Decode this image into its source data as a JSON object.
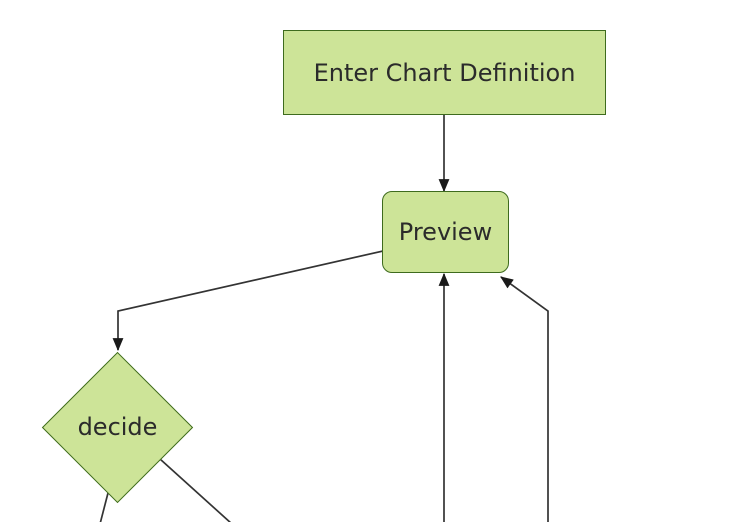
{
  "diagram": {
    "type": "flowchart",
    "orientation": "top-down",
    "colors": {
      "background": "#ffffff",
      "node_fill": "#cde498",
      "node_border": "#3e6b1e",
      "edge_color": "#333333",
      "arrow_color": "#1a1a1a",
      "text_color": "#2b2b2b"
    },
    "nodes": [
      {
        "id": "enter-chart-definition",
        "label": "Enter Chart Definition",
        "shape": "rectangle"
      },
      {
        "id": "preview",
        "label": "Preview",
        "shape": "rounded-rectangle"
      },
      {
        "id": "decide",
        "label": "decide",
        "shape": "diamond"
      }
    ],
    "edges": [
      {
        "from": "enter-chart-definition",
        "to": "preview",
        "arrowhead": true
      },
      {
        "from": "preview",
        "to": "decide",
        "arrowhead": true
      },
      {
        "from": "offscreen-bottom",
        "to": "preview",
        "arrowhead": true
      },
      {
        "from": "offscreen-bottom",
        "to": "preview",
        "arrowhead": true
      },
      {
        "from": "decide",
        "to": "offscreen-bottom-left",
        "arrowhead": false
      },
      {
        "from": "decide",
        "to": "offscreen-bottom-right",
        "arrowhead": false
      }
    ]
  }
}
